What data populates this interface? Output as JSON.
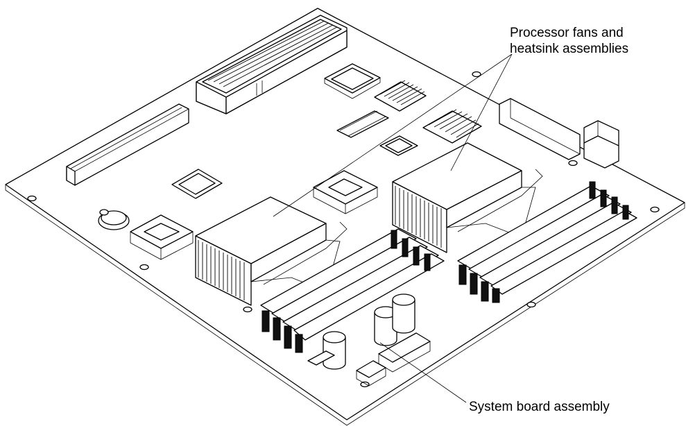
{
  "callouts": {
    "processor_fans": {
      "line1": "Processor fans and",
      "line2": "heatsink assemblies"
    },
    "system_board": {
      "label": "System board assembly"
    }
  }
}
